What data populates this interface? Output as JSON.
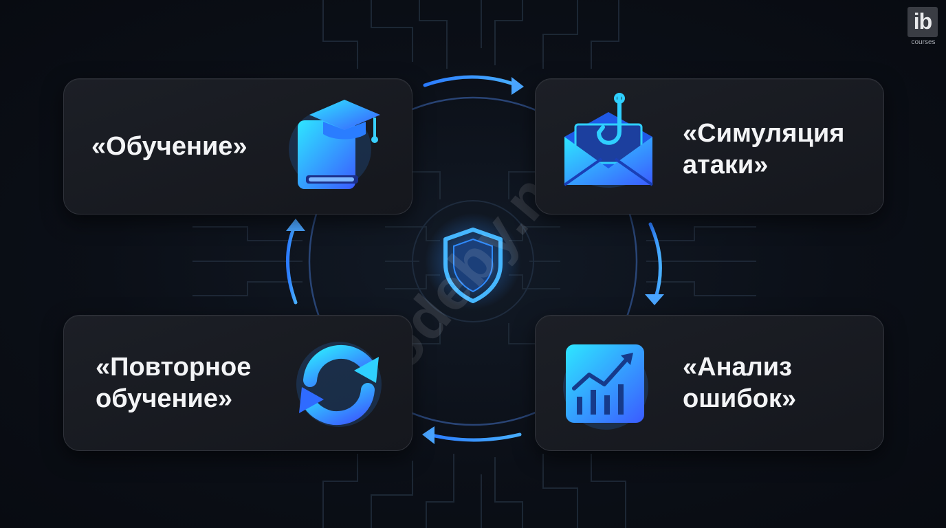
{
  "steps": [
    {
      "id": "training",
      "line1": "«Обучение»",
      "line2": "",
      "icon": "graduation-book-icon"
    },
    {
      "id": "attack-simulation",
      "line1": "«Симуляция",
      "line2": "атаки»",
      "icon": "phishing-envelope-icon"
    },
    {
      "id": "error-analysis",
      "line1": "«Анализ",
      "line2": "ошибок»",
      "icon": "analytics-chart-icon"
    },
    {
      "id": "retraining",
      "line1": "«Повторное",
      "line2": "обучение»",
      "icon": "refresh-cycle-icon"
    }
  ],
  "center": {
    "icon": "shield-icon"
  },
  "logo": {
    "text": "ib",
    "subtitle": "courses"
  },
  "watermark": "codeby.net",
  "colors": {
    "accent_cyan": "#29d3ff",
    "accent_blue": "#3a6dff",
    "card_bg": "#1a1d23",
    "background": "#0b0f17"
  }
}
